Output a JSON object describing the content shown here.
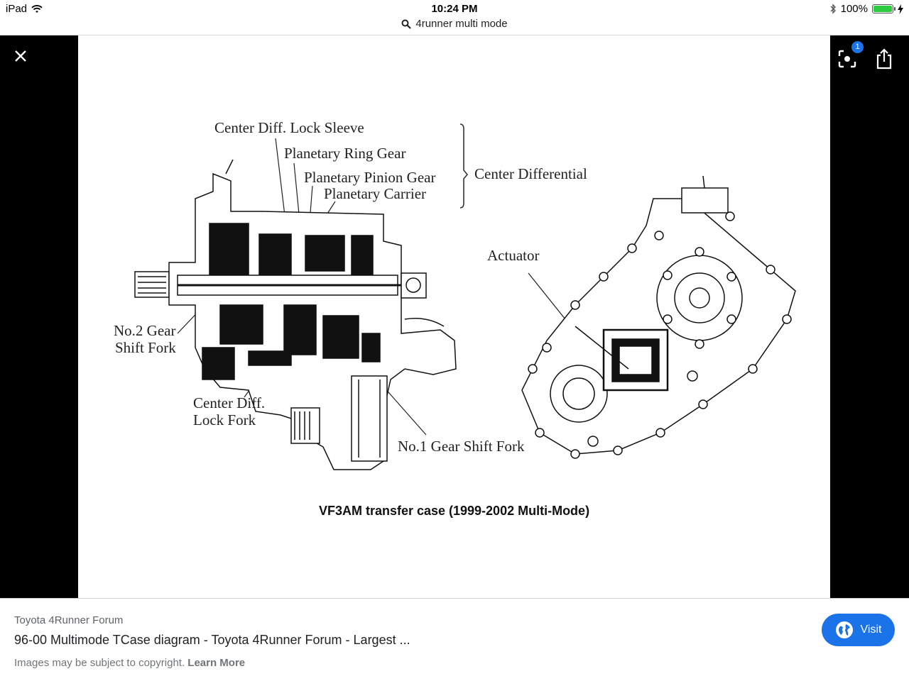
{
  "status": {
    "device": "iPad",
    "time": "10:24 PM",
    "search_query": "4runner multi mode",
    "battery": "100%"
  },
  "diagram": {
    "labels": {
      "lock_sleeve": "Center Diff. Lock Sleeve",
      "ring_gear": "Planetary Ring Gear",
      "pinion_gear": "Planetary Pinion Gear",
      "carrier": "Planetary Carrier",
      "center_diff": "Center Differential",
      "actuator": "Actuator",
      "no2_fork_1": "No.2 Gear",
      "no2_fork_2": "Shift Fork",
      "lock_fork_1": "Center Diff.",
      "lock_fork_2": "Lock Fork",
      "no1_fork": "No.1 Gear Shift Fork"
    },
    "caption": "VF3AM transfer case (1999-2002 Multi-Mode)"
  },
  "viewer": {
    "badge_count": "1"
  },
  "result": {
    "source": "Toyota 4Runner Forum",
    "title": "96-00 Multimode TCase diagram - Toyota 4Runner Forum - Largest ...",
    "copyright": "Images may be subject to copyright.",
    "learn_more": "Learn More",
    "visit_label": "Visit"
  },
  "colors": {
    "accent": "#1a73e8",
    "battery": "#2ecc40"
  }
}
